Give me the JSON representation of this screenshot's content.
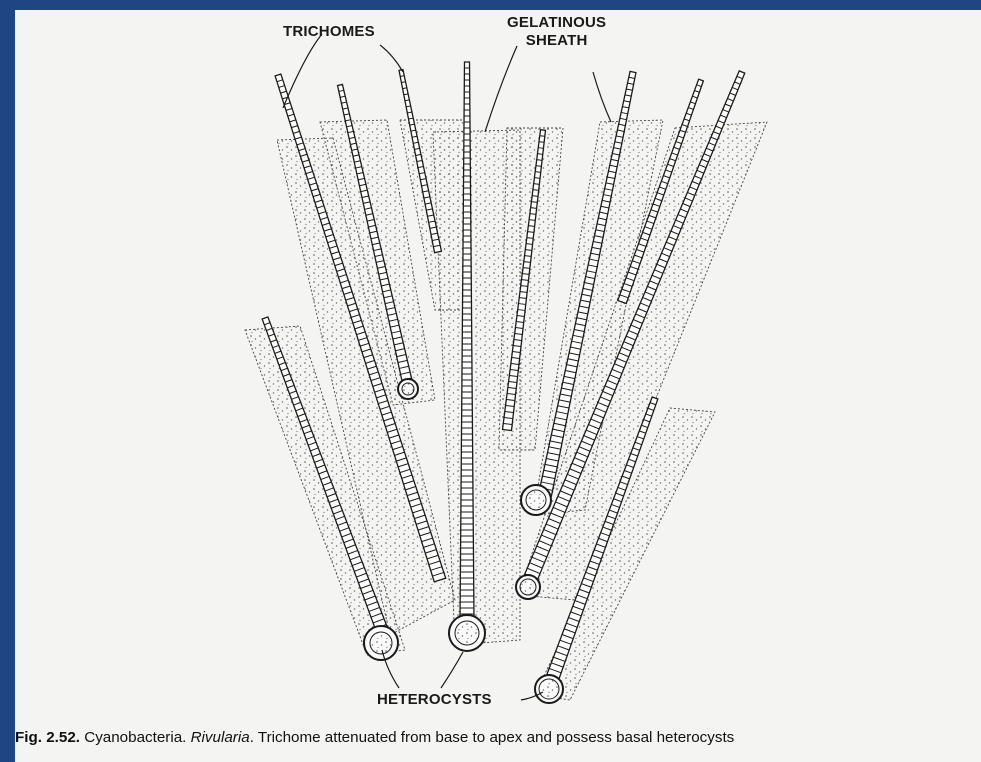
{
  "labels": {
    "trichomes": "TRICHOMES",
    "sheath_line1": "GELATINOUS",
    "sheath_line2": "SHEATH",
    "heterocysts": "HETEROCYSTS"
  },
  "caption": {
    "number": "Fig. 2.52.",
    "lead": " Cyanobacteria. ",
    "genus": "Rivularia",
    "rest": ". Trichome attenuated from base to apex and possess basal heterocysts"
  },
  "colors": {
    "frame_border": "#1f4583",
    "paper": "#f4f4f2",
    "ink": "#1a1a1a"
  }
}
